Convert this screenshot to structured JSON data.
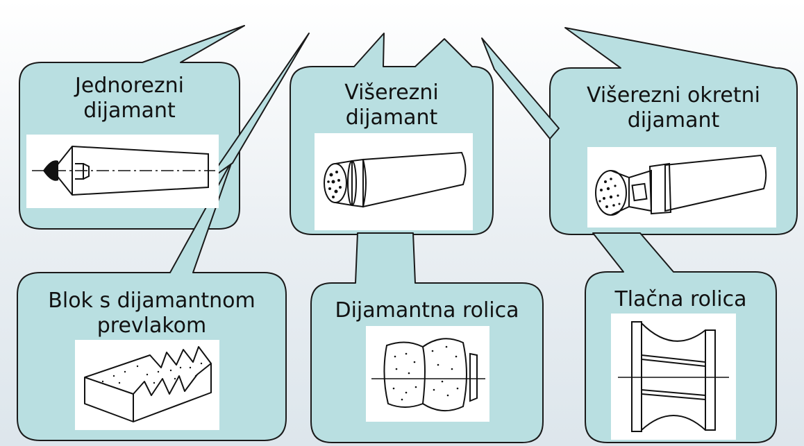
{
  "colors": {
    "callout_fill": "#b9dfe1",
    "callout_stroke": "#1a1a1a",
    "background": "#e6edf1"
  },
  "tools": [
    {
      "id": "jednorezni",
      "label_line1": "Jednorezni",
      "label_line2": "dijamant",
      "icon": "single-point-diamond-icon"
    },
    {
      "id": "viserezni",
      "label_line1": "Višerezni",
      "label_line2": "dijamant",
      "icon": "multi-point-diamond-icon"
    },
    {
      "id": "viserezni-okretni",
      "label_line1": "Višerezni okretni",
      "label_line2": "dijamant",
      "icon": "rotary-multi-point-diamond-icon"
    },
    {
      "id": "blok",
      "label_line1": "Blok s dijamantnom",
      "label_line2": "prevlakom",
      "icon": "diamond-coated-block-icon"
    },
    {
      "id": "rolica",
      "label_line1": "Dijamantna rolica",
      "label_line2": "",
      "icon": "diamond-roller-icon"
    },
    {
      "id": "tlacna",
      "label_line1": "Tlačna rolica",
      "label_line2": "",
      "icon": "crush-roller-icon"
    }
  ]
}
